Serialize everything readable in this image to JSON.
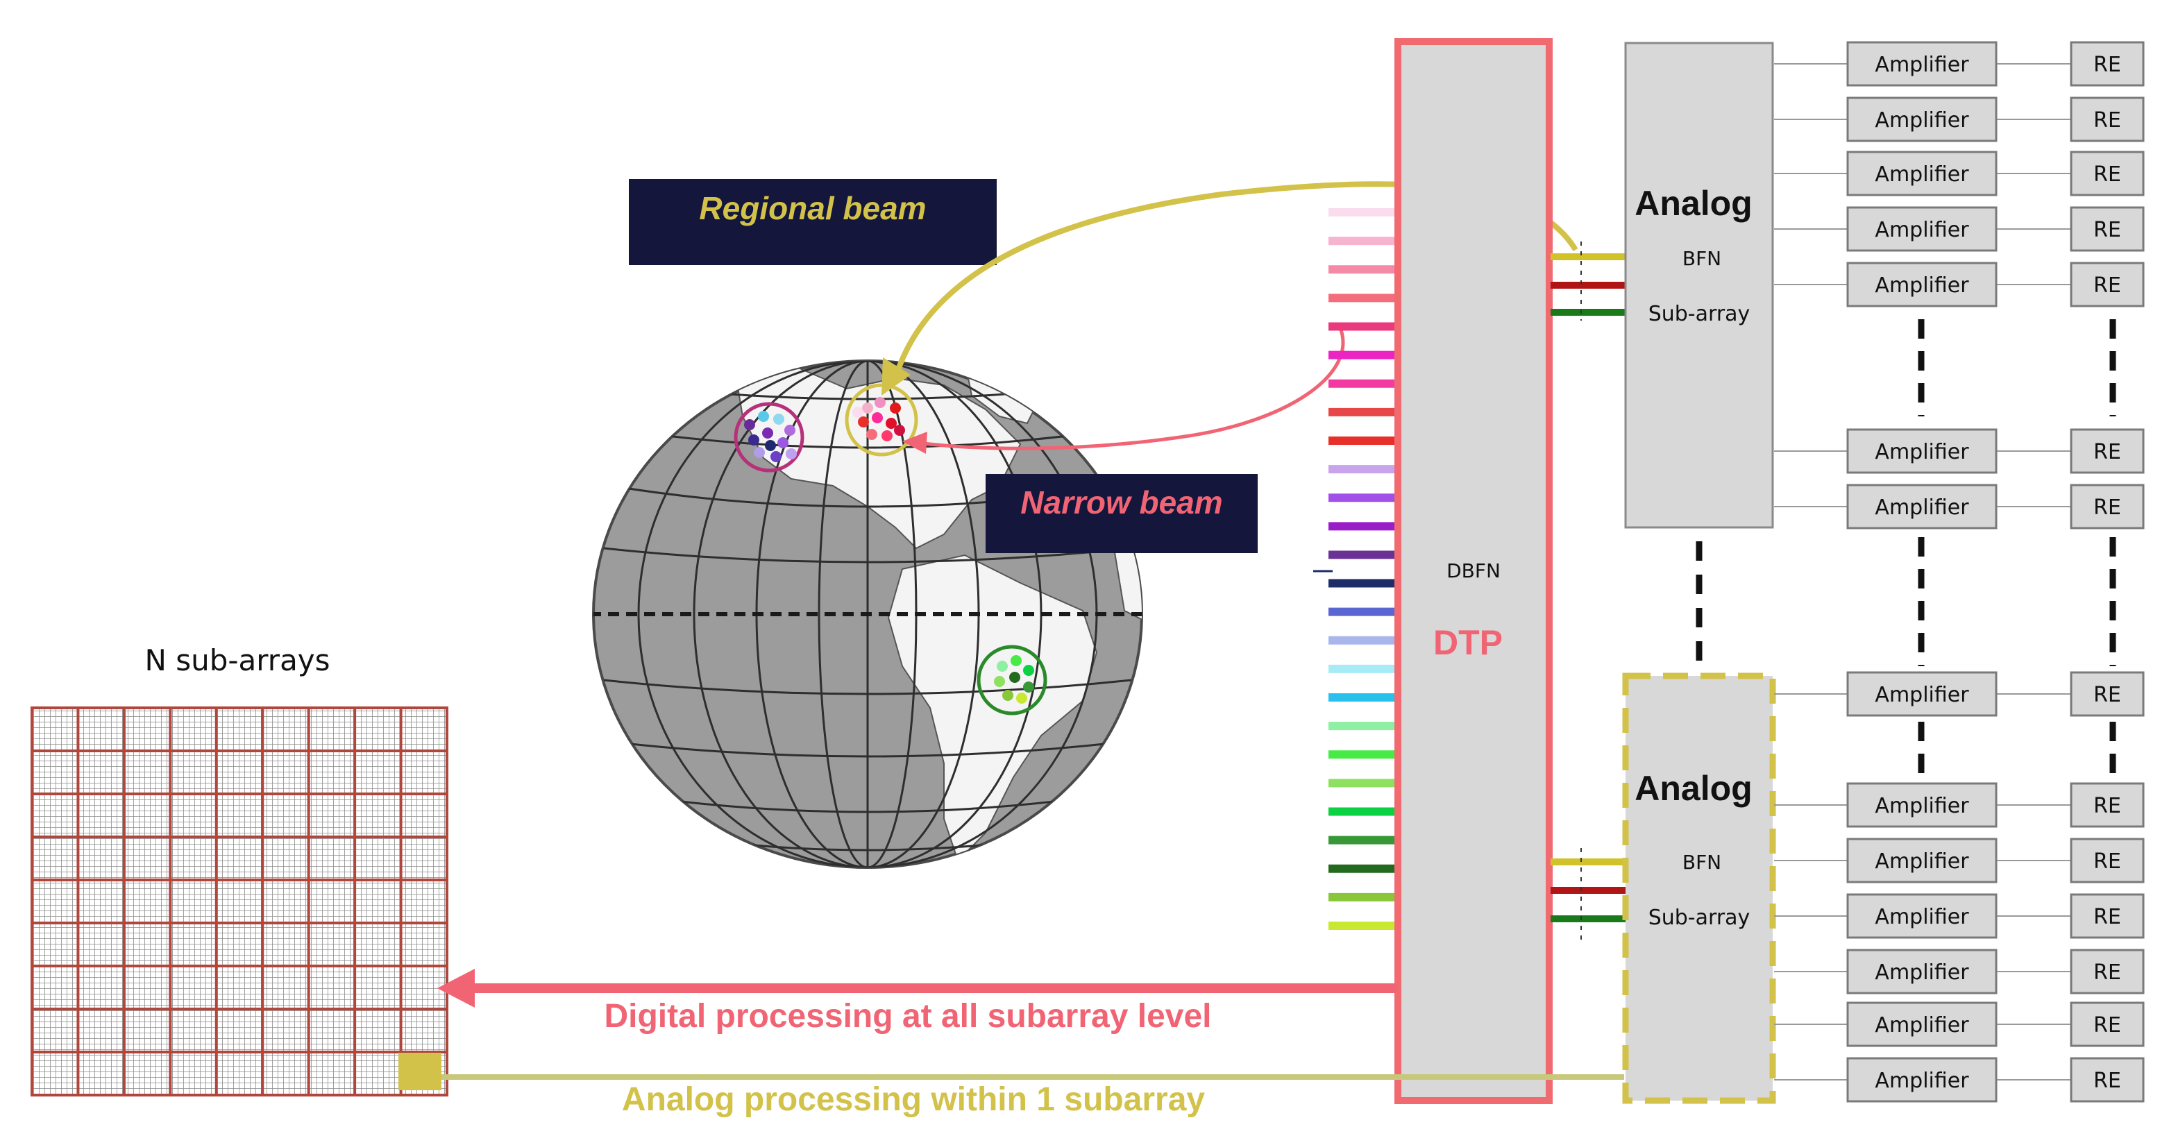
{
  "callouts": {
    "regional_beam": "Regional beam",
    "narrow_beam": "Narrow beam"
  },
  "subarray_grid": {
    "label": "N sub-arrays",
    "rows": 9,
    "cols": 9
  },
  "processor": {
    "dbfn_label": "DBFN",
    "dtp_label": "DTP"
  },
  "analog_blocks": [
    {
      "title": "Analog",
      "bfn": "BFN",
      "sub": "Sub-array"
    },
    {
      "title": "Analog",
      "bfn": "BFN",
      "sub": "Sub-array"
    }
  ],
  "chain_labels": {
    "amplifier": "Amplifier",
    "element": "RE"
  },
  "bottom_labels": {
    "digital": "Digital processing at all subarray level",
    "analog": "Analog processing within 1 subarray"
  },
  "colors": {
    "navy_box": "#14163c",
    "regional": "#d2c24a",
    "narrow": "#f06474",
    "dtp_border": "#f06a70",
    "grid_line": "#b0463c",
    "block_fill": "#d8d8d8",
    "input_lines": [
      "#fadcef",
      "#f7b4cf",
      "#f48aa6",
      "#f46d7c",
      "#e83a7c",
      "#ec25c2",
      "#f23aa2",
      "#e8474a",
      "#e8302a",
      "#c9a3ec",
      "#a050e8",
      "#9a1ec8",
      "#6a3294",
      "#1e2c6a",
      "#5a66d2",
      "#a8b6ec",
      "#a6ecf6",
      "#2ac0ec",
      "#8ef0a2",
      "#48ea46",
      "#8ee060",
      "#0ad242",
      "#389838",
      "#246a1e",
      "#8ac63a",
      "#c8e832"
    ]
  },
  "icons": {
    "globe": "globe-icon",
    "dot_cluster": "user-cluster-icon"
  }
}
